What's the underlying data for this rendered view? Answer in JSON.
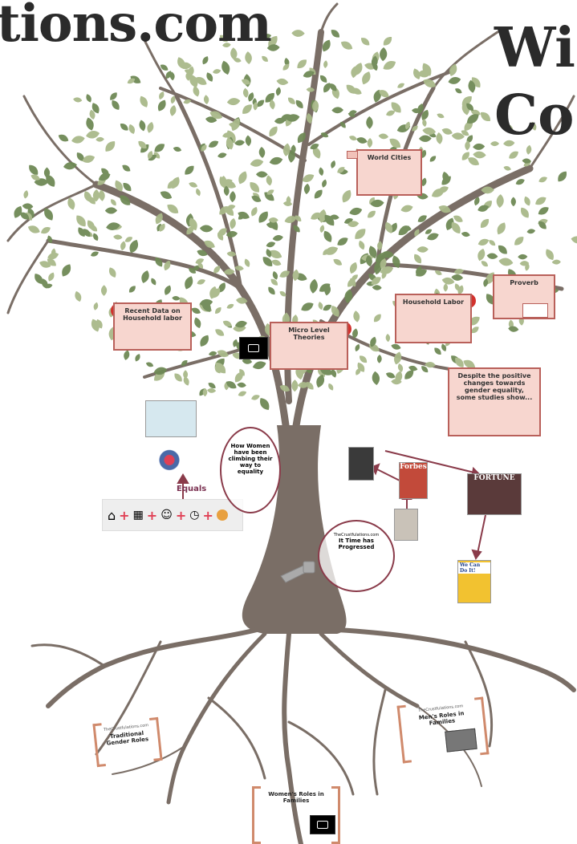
{
  "header": {
    "title_left": "tions.com",
    "title_right": "Wi\nCo"
  },
  "notes": {
    "top": {
      "title": "World Cities"
    },
    "left": {
      "title": "Recent Data on Household labor"
    },
    "center": {
      "title": "Micro Level Theories"
    },
    "right_mid": {
      "title": "Household Labor"
    },
    "far_right": {
      "title": "Proverb"
    },
    "right_lower": {
      "title": "Despite the positive changes towards gender equality, some studies show..."
    }
  },
  "circles": {
    "left": {
      "title": "How Women have been climbing their way to equality"
    },
    "center": {
      "source": "TheCrustfulations.com",
      "title": "It Time has Progressed"
    }
  },
  "equals": {
    "label": "Equals"
  },
  "roots": {
    "left": {
      "source": "TheCrustfulations.com",
      "title": "Traditional Gender Roles"
    },
    "bottom": {
      "title": "Women's Roles in Families"
    },
    "right": {
      "source": "TheCrustfulations.com",
      "title": "Men's Roles in Families"
    }
  },
  "magazines": {
    "forbes": "Forbes",
    "fortune": "FORTUNE",
    "rosie": "We Can Do It!"
  },
  "colors": {
    "trunk": "#7a6e66",
    "leaf_light": "#a9b98a",
    "leaf_dark": "#6f8a56",
    "note_bg": "#f7d6cf",
    "note_border": "#b9605a",
    "accent": "#8a3b4a",
    "apple": "#d2322d"
  }
}
